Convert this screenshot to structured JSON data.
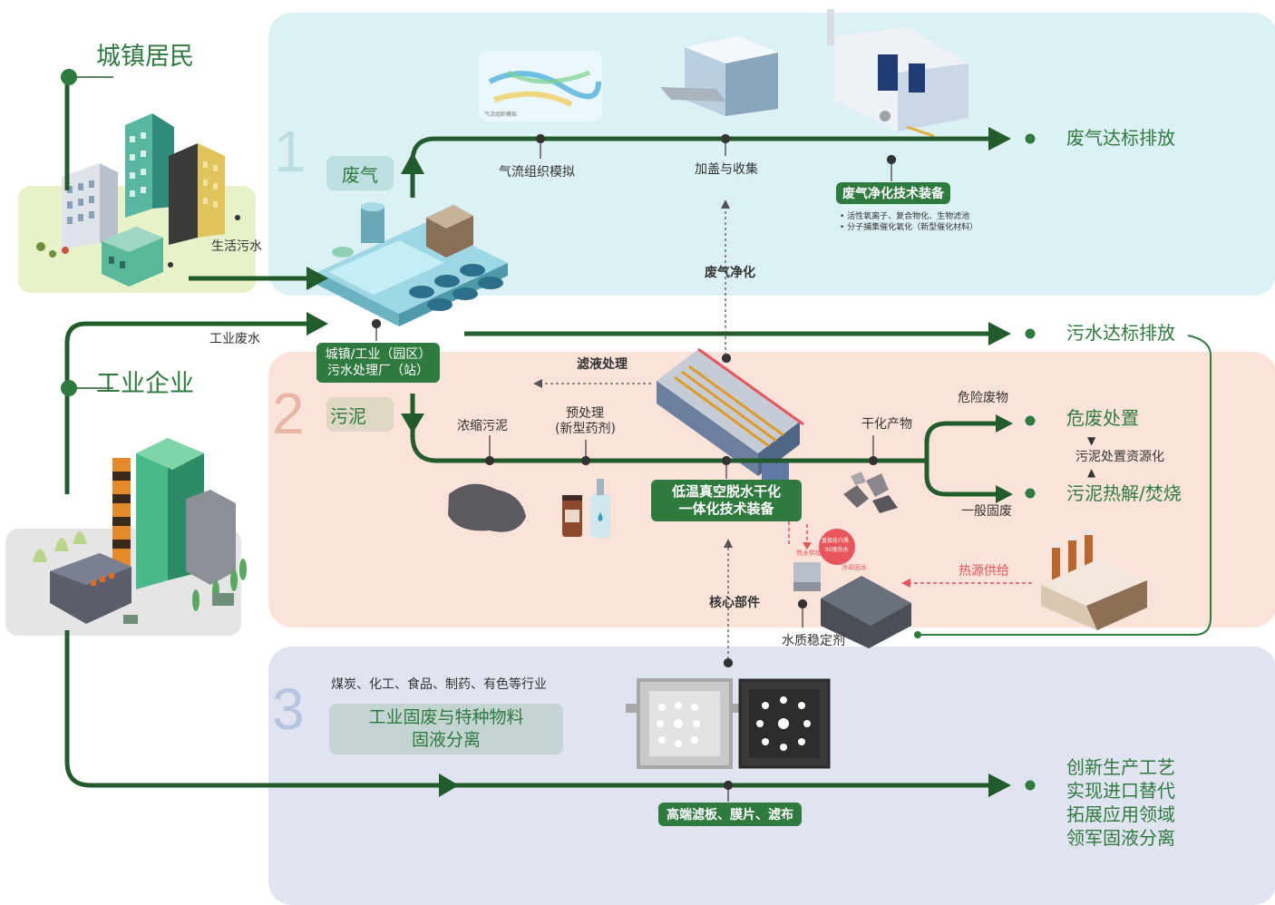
{
  "sources": {
    "residents": "城镇居民",
    "industry": "工业企业",
    "domestic_sewage": "生活污水",
    "industrial_wastewater": "工业废水"
  },
  "plant_label": [
    "城镇/工业（园区）",
    "污水处理厂（站）"
  ],
  "section1": {
    "number": "1",
    "tag": "废气",
    "step_airflow": "气流组织模拟",
    "step_cover": "加盖与收集",
    "equipment": "废气净化技术装备",
    "notes": [
      "• 活性氧离子、复合物化、生物滤池",
      "• 分子捕集催化氧化（新型催化材料）"
    ],
    "output": "废气达标排放",
    "purify": "废气净化",
    "thumb_caption": "气流组织模拟"
  },
  "wastewater_output": "污水达标排放",
  "section2": {
    "number": "2",
    "tag": "污泥",
    "filtrate": "滤液处理",
    "thickened": "浓缩污泥",
    "pretreat": [
      "预处理",
      "(新型药剂)"
    ],
    "core_equipment": [
      "低温真空脱水干化",
      "一体化技术装备"
    ],
    "dried": "干化产物",
    "hazardous": "危险废物",
    "general": "一般固废",
    "out_hazard": "危废处置",
    "resource": "污泥处置资源化",
    "out_pyrolysis": "污泥热解/焚烧",
    "heat_supply": "热源供给",
    "core_parts": "核心部件",
    "stabilizer": "水质稳定剂",
    "badge": [
      "直接热介质",
      "90度热水"
    ],
    "heat_tags": [
      "热水供给",
      "冷却回水"
    ]
  },
  "section3": {
    "number": "3",
    "industries": "煤炭、化工、食品、制药、有色等行业",
    "title": [
      "工业固废与特种物料",
      "固液分离"
    ],
    "products": "高端滤板、膜片、滤布",
    "outputs": [
      "创新生产工艺",
      "实现进口替代",
      "拓展应用领域",
      "领军固液分离"
    ]
  },
  "colors": {
    "flow_green": "#235c2c",
    "label_green": "#2f7a3e",
    "panel1": "#dcf1f4",
    "panel2": "#fce3da",
    "panel3": "#dfe4f0",
    "accent_red": "#e8555a"
  }
}
